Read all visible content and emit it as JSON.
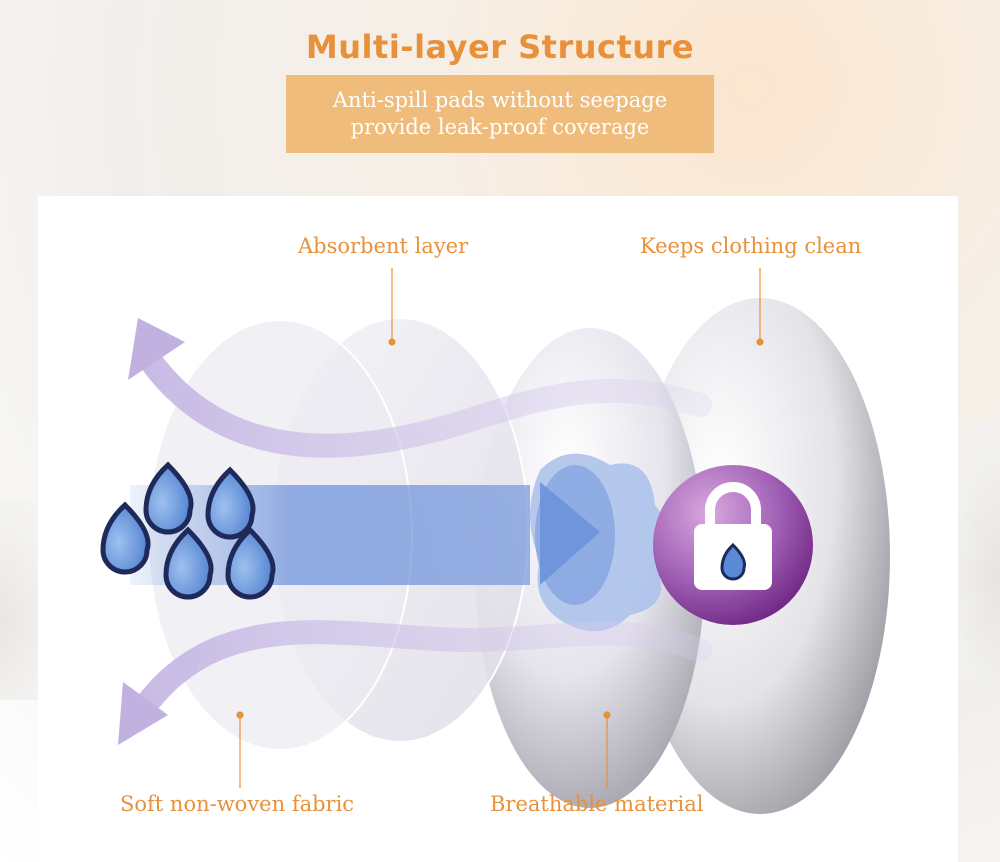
{
  "header": {
    "title": "Multi-layer Structure",
    "subtitle_line1": "Anti-spill pads without seepage",
    "subtitle_line2": "provide leak-proof coverage"
  },
  "labels": {
    "absorbent": "Absorbent layer",
    "clean": "Keeps clothing clean",
    "soft": "Soft non-woven fabric",
    "breathable": "Breathable material"
  },
  "icons": {
    "drops": "water-drop-icon",
    "lock": "lock-icon",
    "arrows": "airflow-arrow-icon"
  },
  "colors": {
    "accent": "#e8913a",
    "subtitle_bg": "#f0bc7c",
    "lock_purple": "#7a2e8e",
    "airflow": "#c7b9e6",
    "liquid": "#4a7ad0"
  }
}
